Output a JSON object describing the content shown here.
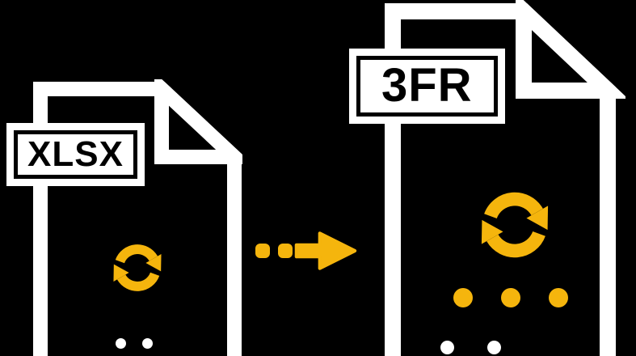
{
  "colors": {
    "background": "#000000",
    "foreground": "#FFFFFF",
    "accent": "#F5B50D",
    "label_text": "#000000"
  },
  "source_file": {
    "label": "XLSX",
    "icon": "refresh-icon"
  },
  "target_file": {
    "label": "3FR",
    "icon": "refresh-icon"
  },
  "transition": {
    "arrow_icon": "arrow-right-icon",
    "leading_dots_count": 2
  },
  "target_decoration": {
    "ellipsis_dots_count": 3
  }
}
